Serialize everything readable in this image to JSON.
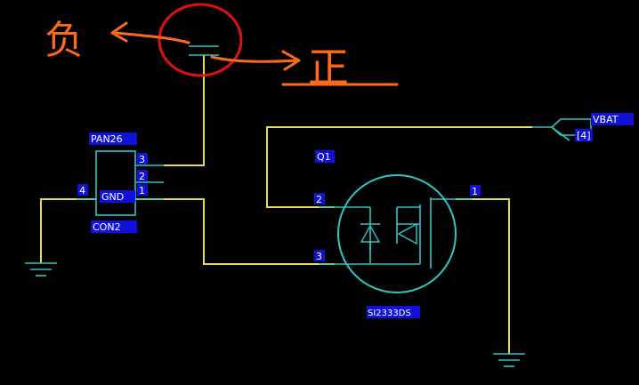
{
  "annotations": {
    "negative_label": "负",
    "positive_label": "正"
  },
  "connector": {
    "ref": "PAN26",
    "value": "CON2",
    "gnd_label": "GND",
    "pins": [
      "4",
      "3",
      "2",
      "1"
    ]
  },
  "transistor": {
    "ref": "Q1",
    "part": "SI2333DS",
    "pins": [
      "2",
      "3",
      "1"
    ]
  },
  "net_port": {
    "name": "VBAT",
    "pin": "[4]"
  },
  "colors": {
    "wire": "#e8e04a",
    "symbol": "#2ec6c6",
    "label_highlight": "#1010d8",
    "annotation": "#ff6a1a",
    "circle": "#e01010"
  }
}
